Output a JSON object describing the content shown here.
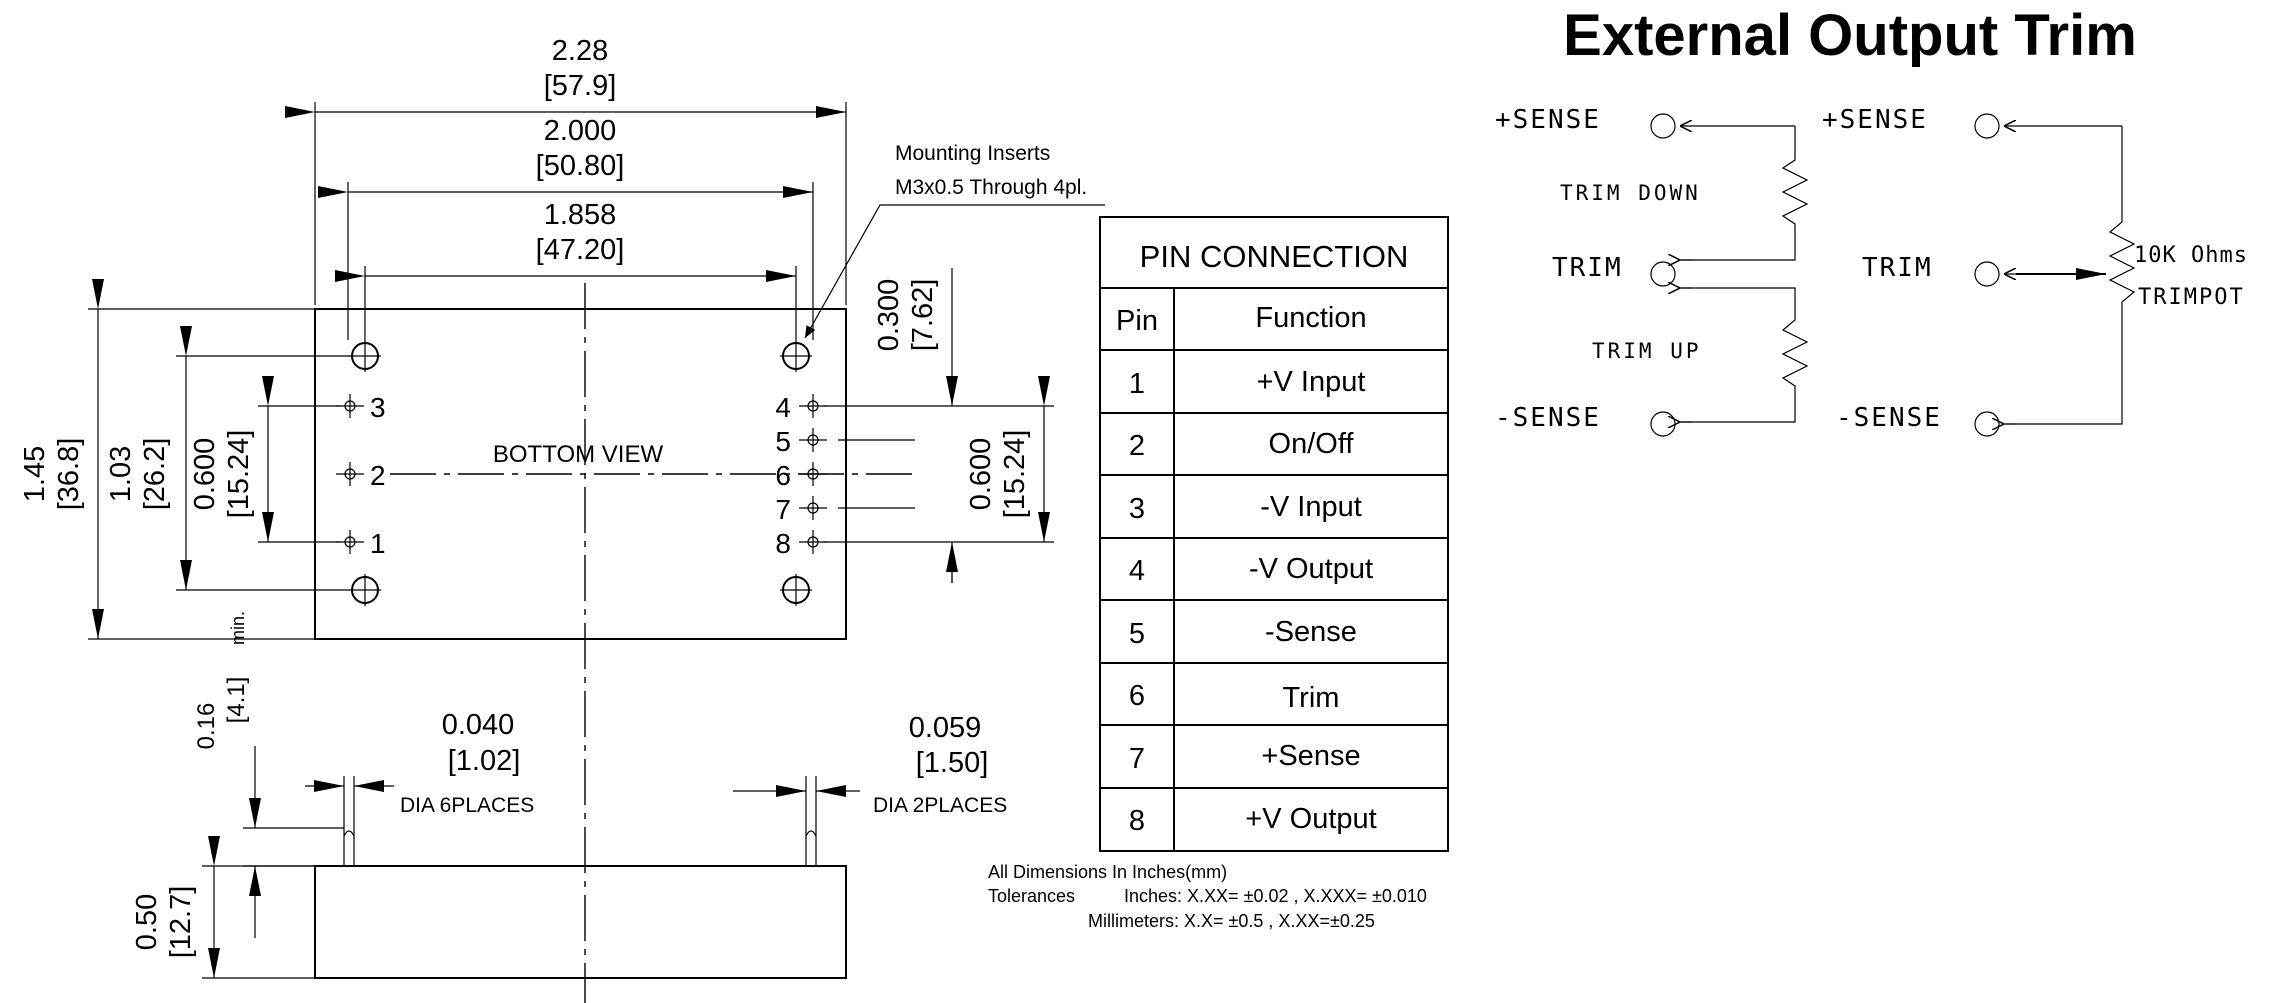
{
  "title": "External Output Trim",
  "drawing": {
    "bottom_view_label": "BOTTOM VIEW",
    "mounting_note": [
      "Mounting Inserts",
      "M3x0.5 Through 4pl."
    ],
    "dims": {
      "width_overall": [
        "2.28",
        "[57.9]"
      ],
      "width_inserts": [
        "2.000",
        "[50.80]"
      ],
      "width_pins": [
        "1.858",
        "[47.20]"
      ],
      "height_overall": [
        "1.45",
        "[36.8]"
      ],
      "height_inserts": [
        "1.03",
        "[26.2]"
      ],
      "height_left_pins": [
        "0.600",
        "[15.24]"
      ],
      "offset_right_pins": [
        "0.300",
        "[7.62]"
      ],
      "height_right_pins": [
        "0.600",
        "[15.24]"
      ],
      "pin_len": [
        "0.16",
        "[4.1]",
        "min."
      ],
      "pin_dia_small": [
        "0.040",
        "[1.02]",
        "DIA 6PLACES"
      ],
      "pin_dia_large": [
        "0.059",
        "[1.50]",
        "DIA 2PLACES"
      ],
      "body_height": [
        "0.50",
        "[12.7]"
      ]
    },
    "left_pins": [
      "3",
      "2",
      "1"
    ],
    "right_pins": [
      "4",
      "5",
      "6",
      "7",
      "8"
    ]
  },
  "pin_table": {
    "title": "PIN CONNECTION",
    "headers": [
      "Pin",
      "Function"
    ],
    "rows": [
      [
        "1",
        "+V Input"
      ],
      [
        "2",
        "On/Off"
      ],
      [
        "3",
        "-V Input"
      ],
      [
        "4",
        "-V Output"
      ],
      [
        "5",
        "-Sense"
      ],
      [
        "6",
        "Trim"
      ],
      [
        "7",
        "+Sense"
      ],
      [
        "8",
        "+V Output"
      ]
    ]
  },
  "notes": {
    "line1": "All Dimensions In Inches(mm)",
    "tol_label": "Tolerances",
    "tol_inches": "Inches: X.XX= ±0.02 , X.XXX= ±0.010",
    "tol_mm": "Millimeters: X.X= ±0.5 , X.XX=±0.25"
  },
  "trim": {
    "left": {
      "sense_plus": "+SENSE",
      "trim": "TRIM",
      "sense_minus": "-SENSE",
      "trim_down": "TRIM DOWN",
      "trim_up": "TRIM UP"
    },
    "right": {
      "sense_plus": "+SENSE",
      "trim": "TRIM",
      "sense_minus": "-SENSE",
      "pot_value": "10K Ohms",
      "pot_type": "TRIMPOT"
    }
  }
}
